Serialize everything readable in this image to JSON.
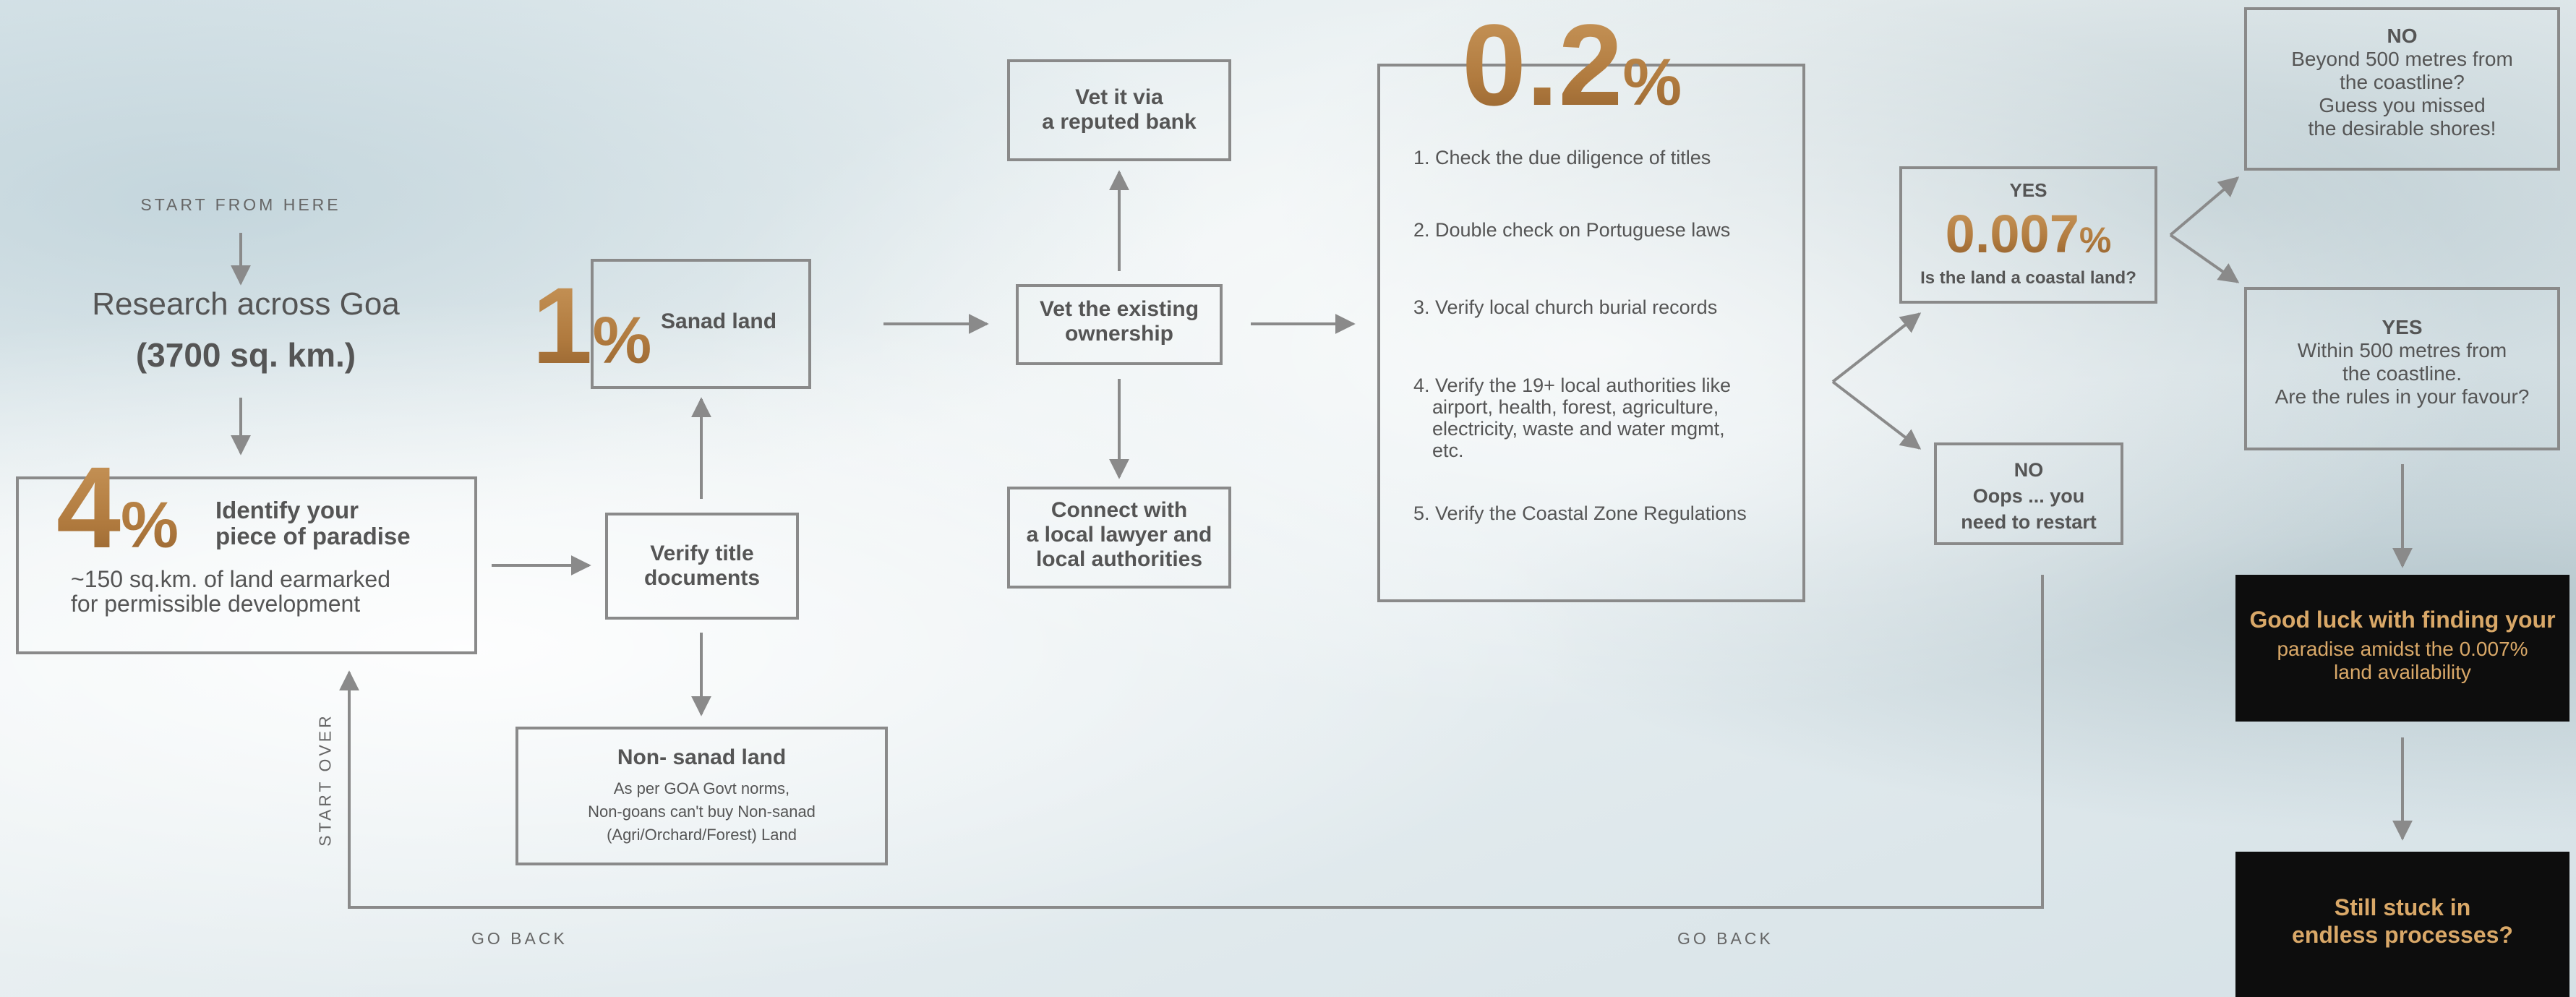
{
  "start": {
    "label": "START FROM HERE"
  },
  "research": {
    "line1": "Research across Goa",
    "line2": "(3700 sq. km.)"
  },
  "identify": {
    "pct_num": "4",
    "pct_sign": "%",
    "title1": "Identify your",
    "title2": "piece of paradise",
    "desc1": "~150 sq.km. of land earmarked",
    "desc2": "for permissible development"
  },
  "verify_title": {
    "line1": "Verify title",
    "line2": "documents"
  },
  "sanad": {
    "pct_num": "1",
    "pct_sign": "%",
    "label": "Sanad land"
  },
  "non_sanad": {
    "title": "Non- sanad land",
    "desc1": "As per GOA Govt norms,",
    "desc2": "Non-goans can't buy Non-sanad",
    "desc3": "(Agri/Orchard/Forest) Land"
  },
  "vet_ownership": {
    "line1": "Vet the existing",
    "line2": "ownership"
  },
  "vet_bank": {
    "line1": "Vet it via",
    "line2": "a reputed bank"
  },
  "lawyer": {
    "line1": "Connect with",
    "line2": "a local lawyer and",
    "line3": "local authorities"
  },
  "checklist": {
    "pct_num": "0.2",
    "pct_sign": "%",
    "step1": "1. Check the due diligence of titles",
    "step2": "2. Double check on Portuguese laws",
    "step3": "3. Verify local church burial records",
    "step4_1": "4. Verify the 19+ local authorities like",
    "step4_2": "airport, health, forest, agriculture,",
    "step4_3": "electricity, waste and water mgmt,",
    "step4_4": "etc.",
    "step5": "5.  Verify the Coastal Zone Regulations"
  },
  "coastal": {
    "yes": "YES",
    "pct_num": "0.007",
    "pct_sign": "%",
    "question": "Is the land a coastal land?"
  },
  "restart": {
    "no": "NO",
    "line1": "Oops ... you",
    "line2": "need to restart"
  },
  "beyond": {
    "no": "NO",
    "line1": "Beyond 500 metres from",
    "line2": "the coastline?",
    "line3": "Guess you missed",
    "line4": "the desirable shores!"
  },
  "within": {
    "yes": "YES",
    "line1": "Within 500 metres from",
    "line2": "the coastline.",
    "line3": "Are the rules in your favour?"
  },
  "good_luck": {
    "line1": "Good luck with finding your",
    "line2": "paradise amidst the 0.007%",
    "line3": "land availability"
  },
  "stuck": {
    "line1": "Still stuck in",
    "line2": "endless processes?"
  },
  "start_over": {
    "label": "START OVER"
  },
  "go_back_left": {
    "label": "GO BACK"
  },
  "go_back_right": {
    "label": "GO BACK"
  },
  "colors": {
    "gold": "#b07a3e",
    "line": "#8a8a8a",
    "text": "#555555",
    "dark_box": "#0d0d0d",
    "gold_light": "#d9a868"
  }
}
